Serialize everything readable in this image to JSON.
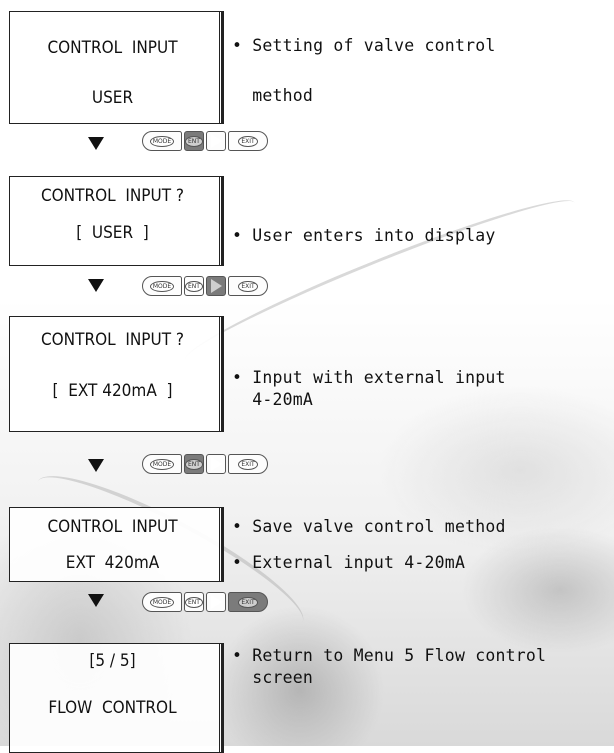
{
  "steps": [
    {
      "lcd": [
        "CONTROL  INPUT",
        "USER"
      ],
      "notes": [
        "• Setting of valve control",
        "  method"
      ]
    },
    {
      "lcd": [
        "CONTROL  INPUT ?",
        "[  USER  ]"
      ],
      "notes": [
        "• User enters into display"
      ]
    },
    {
      "lcd": [
        "CONTROL  INPUT ?",
        "[  EXT 420mA  ]"
      ],
      "notes": [
        "• Input with external input",
        "  4-20mA"
      ]
    },
    {
      "lcd": [
        "CONTROL  INPUT",
        "EXT  420mA"
      ],
      "notes": [
        "• Save valve control method",
        "• External input 4-20mA"
      ]
    },
    {
      "lcd": [
        "[5 / 5]",
        "FLOW  CONTROL"
      ],
      "notes": [
        "• Return to Menu 5 Flow control",
        "  screen"
      ]
    }
  ],
  "buttons": {
    "mode": "MODE",
    "ent": "ENT",
    "exit": "EXIT",
    "next_icon": "triangle-right-icon"
  },
  "transitions": [
    {
      "pressed": "ent"
    },
    {
      "pressed": "next"
    },
    {
      "pressed": "ent"
    },
    {
      "pressed": "exit"
    }
  ],
  "colors": {
    "pressed_button": "#7b7b7b",
    "text": "#111111"
  }
}
